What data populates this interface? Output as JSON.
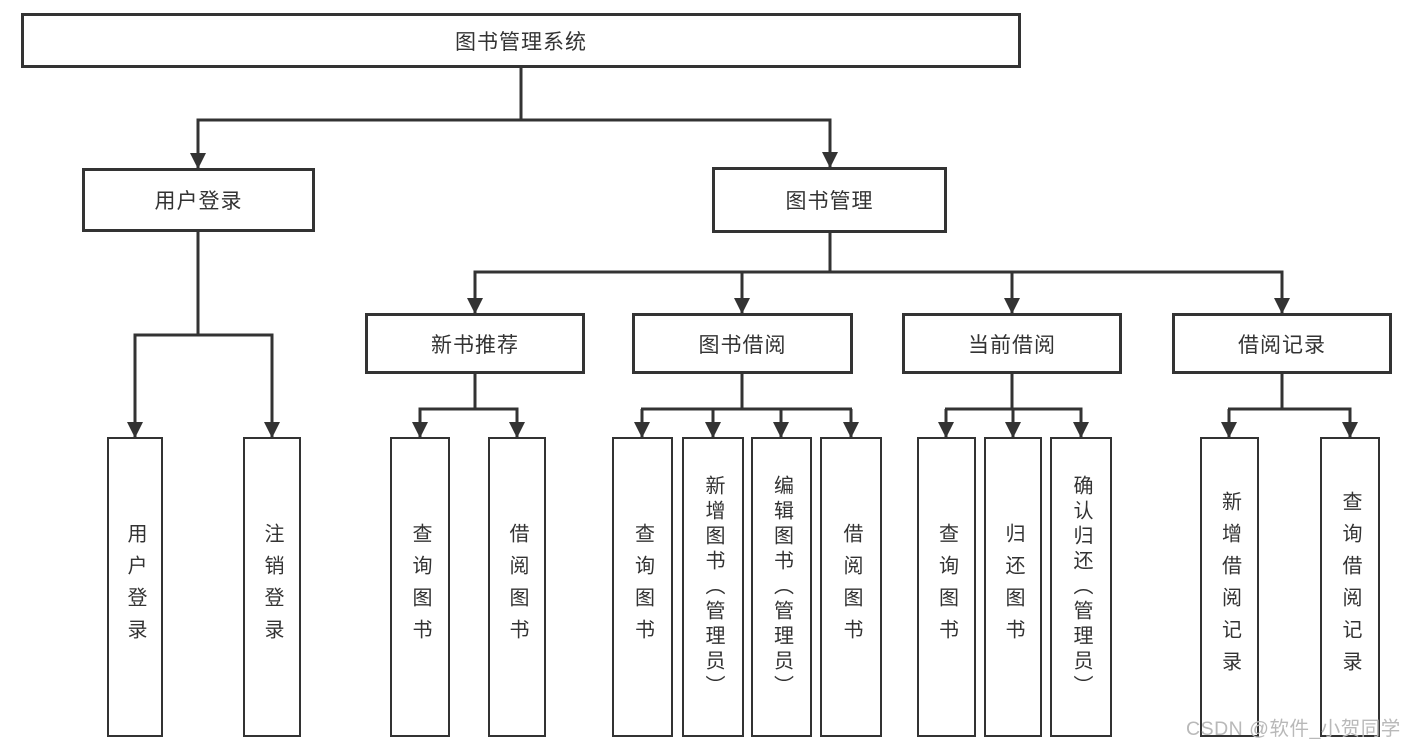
{
  "watermark": "CSDN @软件_小贺同学",
  "colors": {
    "line": "#333333",
    "text": "#333333",
    "background": "#ffffff",
    "watermark": "#b9b9b9"
  },
  "nodes": {
    "root": "图书管理系统",
    "user_login": "用户登录",
    "book_management": "图书管理",
    "new_book_recommend": "新书推荐",
    "book_borrow": "图书借阅",
    "current_borrow": "当前借阅",
    "borrow_record": "借阅记录",
    "user_login_leaf": "用户登录",
    "logout_leaf": "注销登录",
    "nb_query_books": "查询图书",
    "nb_borrow_books": "借阅图书",
    "bb_query_books": "查询图书",
    "bb_add_books": "新增图书（管理员）",
    "bb_edit_books": "编辑图书（管理员）",
    "bb_borrow_books": "借阅图书",
    "cb_query_books": "查询图书",
    "cb_return_books": "归还图书",
    "cb_confirm_return": "确认归还（管理员）",
    "br_add_record": "新增借阅记录",
    "br_query_record": "查询借阅记录"
  },
  "hierarchy": {
    "图书管理系统": [
      "用户登录",
      "图书管理"
    ],
    "用户登录": [
      "用户登录",
      "注销登录"
    ],
    "图书管理": [
      "新书推荐",
      "图书借阅",
      "当前借阅",
      "借阅记录"
    ],
    "新书推荐": [
      "查询图书",
      "借阅图书"
    ],
    "图书借阅": [
      "查询图书",
      "新增图书（管理员）",
      "编辑图书（管理员）",
      "借阅图书"
    ],
    "当前借阅": [
      "查询图书",
      "归还图书",
      "确认归还（管理员）"
    ],
    "借阅记录": [
      "新增借阅记录",
      "查询借阅记录"
    ]
  }
}
